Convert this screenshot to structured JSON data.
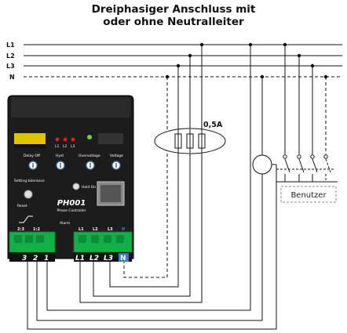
{
  "title_line1": "Dreiphasiger Anschluss mit",
  "title_line2": "oder ohne Neutralleiter",
  "lines": {
    "l1": "L1",
    "l2": "L2",
    "l3": "L3",
    "n": "N"
  },
  "fuse_label": "0,5A",
  "users_label": "Benutzer",
  "device": {
    "model": "PH001",
    "subtitle": "Phase Controller",
    "out_terminals": [
      "3",
      "2",
      "1"
    ],
    "in_terminals": [
      "L1",
      "L2",
      "L3",
      "N"
    ],
    "led_labels": [
      "L1",
      "L2",
      "L3"
    ],
    "panel_labels": {
      "delay_off": "Delay Off",
      "hyst": "Hyst",
      "overvoltage": "Overvoltage",
      "setup_tolerance": "Setting tolerance",
      "reset": "Reset",
      "hold_on": "Hold On",
      "voltage": "Voltage"
    },
    "bottom_labels": [
      "2:3",
      "1:2",
      "Alarm",
      "L1",
      "L2",
      "L3",
      "N"
    ]
  },
  "colors": {
    "device_body": "#1c1c1c",
    "terminal_green": "#12b048",
    "led_red": "#e02020",
    "line": "#111111"
  }
}
